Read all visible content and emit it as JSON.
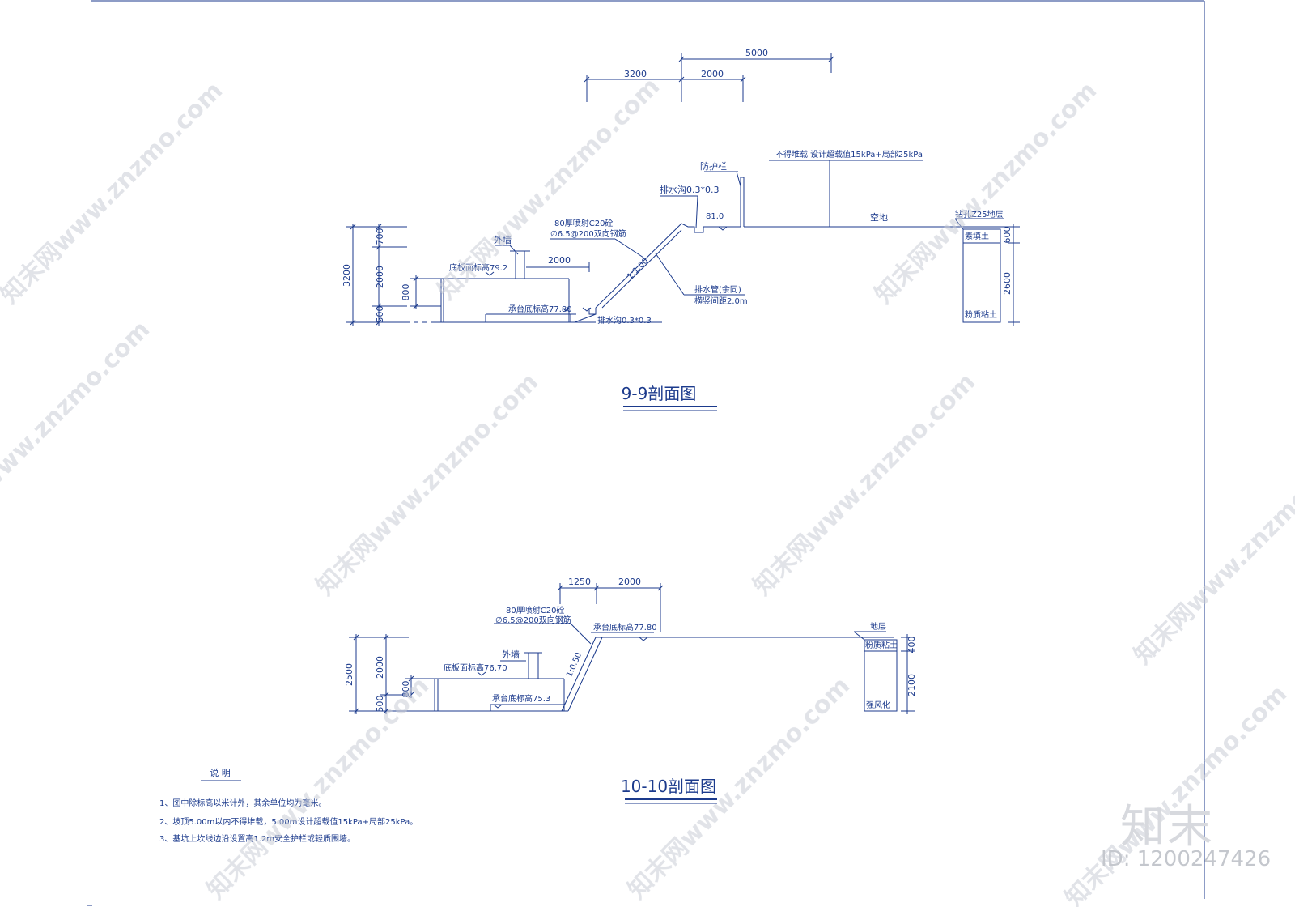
{
  "section_9": {
    "title": "9-9剖面图",
    "dims_top": {
      "d5000": "5000",
      "d3200": "3200",
      "d2000": "2000"
    },
    "dims_left": {
      "total": "3200",
      "d700": "700",
      "d2000": "2000",
      "d800": "800",
      "d500": "500"
    },
    "dims_right": {
      "d600": "600",
      "d2600": "2600"
    },
    "labels": {
      "overload": "不得堆载 设计超载值15kPa+局部25kPa",
      "guardrail": "防护栏",
      "ditch_top": "排水沟0.3*0.3",
      "elev_top": "81.0",
      "open_ground": "空地",
      "borehole": "钻孔Z25地层",
      "shotcrete": "80厚喷射C20砼",
      "rebar": "∅6.5@200双向钢筋",
      "slope": "1:1.00",
      "outer_wall": "外墙",
      "base_slab": "底板面标高79.2",
      "dim_2000": "2000",
      "pipe_1": "排水管(余同)",
      "pipe_2": "横竖间距2.0m",
      "cap_bottom": "承台底标高77.80",
      "ditch_bottom": "排水沟0.3*0.3",
      "soil_fill": "素填土",
      "soil_silt": "粉质粘土"
    }
  },
  "section_10": {
    "title": "10-10剖面图",
    "dims_top": {
      "d1250": "1250",
      "d2000": "2000"
    },
    "dims_left": {
      "total": "2500",
      "d2000": "2000",
      "d800": "800",
      "d500": "500"
    },
    "dims_right": {
      "d400": "400",
      "d2100": "2100"
    },
    "labels": {
      "shotcrete": "80厚喷射C20砼",
      "rebar": "∅6.5@200双向钢筋",
      "cap_top": "承台底标高77.80",
      "outer_wall": "外墙",
      "base_slab": "底板面标高76.70",
      "cap_bottom": "承台底标高75.3",
      "slope": "1:0.50",
      "strata": "地层",
      "soil_silt": "粉质粘土",
      "weathered": "强风化"
    }
  },
  "notes": {
    "heading": "说  明",
    "items": [
      "1、图中除标高以米计外，其余单位均为毫米。",
      "2、坡顶5.00m以内不得堆载，5.00m设计超载值15kPa+局部25kPa。",
      "3、基坑上坎线边沿设置高1.2m安全护栏或轻质围墙。"
    ]
  },
  "watermark": {
    "site": "知末网www.znzmo.com",
    "brand": "知末",
    "id": "ID: 1200247426"
  },
  "colors": {
    "line": "#1b3a8c",
    "background": "#ffffff",
    "watermark": "#c9cdd6"
  }
}
